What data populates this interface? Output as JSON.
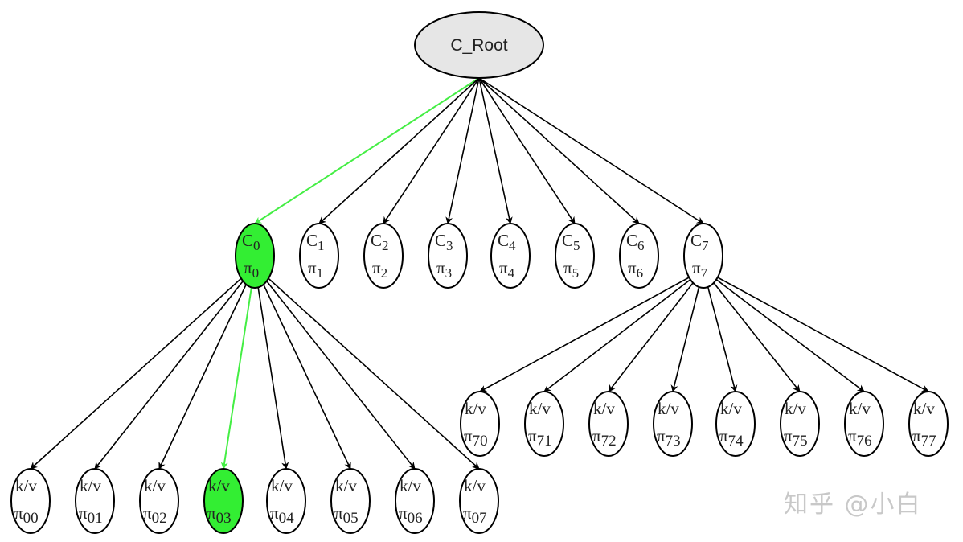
{
  "diagram": {
    "title": "Hierarchical tree: root cluster with sub-clusters and k/v leaves",
    "colors": {
      "highlight": "#33ee33",
      "highlight_edge": "#44ee44",
      "root_fill": "#e6e6e6",
      "default_fill": "#ffffff",
      "stroke": "#000000"
    },
    "root": {
      "id": "root",
      "label": "C_Root"
    },
    "level1": [
      {
        "id": "c0",
        "main": "C",
        "main_sub": "0",
        "second": "π",
        "second_sub": "0",
        "highlight": true
      },
      {
        "id": "c1",
        "main": "C",
        "main_sub": "1",
        "second": "π",
        "second_sub": "1",
        "highlight": false
      },
      {
        "id": "c2",
        "main": "C",
        "main_sub": "2",
        "second": "π",
        "second_sub": "2",
        "highlight": false
      },
      {
        "id": "c3",
        "main": "C",
        "main_sub": "3",
        "second": "π",
        "second_sub": "3",
        "highlight": false
      },
      {
        "id": "c4",
        "main": "C",
        "main_sub": "4",
        "second": "π",
        "second_sub": "4",
        "highlight": false
      },
      {
        "id": "c5",
        "main": "C",
        "main_sub": "5",
        "second": "π",
        "second_sub": "5",
        "highlight": false
      },
      {
        "id": "c6",
        "main": "C",
        "main_sub": "6",
        "second": "π",
        "second_sub": "6",
        "highlight": false
      },
      {
        "id": "c7",
        "main": "C",
        "main_sub": "7",
        "second": "π",
        "second_sub": "7",
        "highlight": false
      }
    ],
    "leaves_c0": [
      {
        "id": "l00",
        "main": "k/v",
        "second": "π",
        "second_sub": "00",
        "highlight": false
      },
      {
        "id": "l01",
        "main": "k/v",
        "second": "π",
        "second_sub": "01",
        "highlight": false
      },
      {
        "id": "l02",
        "main": "k/v",
        "second": "π",
        "second_sub": "02",
        "highlight": false
      },
      {
        "id": "l03",
        "main": "k/v",
        "second": "π",
        "second_sub": "03",
        "highlight": true
      },
      {
        "id": "l04",
        "main": "k/v",
        "second": "π",
        "second_sub": "04",
        "highlight": false
      },
      {
        "id": "l05",
        "main": "k/v",
        "second": "π",
        "second_sub": "05",
        "highlight": false
      },
      {
        "id": "l06",
        "main": "k/v",
        "second": "π",
        "second_sub": "06",
        "highlight": false
      },
      {
        "id": "l07",
        "main": "k/v",
        "second": "π",
        "second_sub": "07",
        "highlight": false
      }
    ],
    "leaves_c7": [
      {
        "id": "l70",
        "main": "k/v",
        "second": "π",
        "second_sub": "70",
        "highlight": false
      },
      {
        "id": "l71",
        "main": "k/v",
        "second": "π",
        "second_sub": "71",
        "highlight": false
      },
      {
        "id": "l72",
        "main": "k/v",
        "second": "π",
        "second_sub": "72",
        "highlight": false
      },
      {
        "id": "l73",
        "main": "k/v",
        "second": "π",
        "second_sub": "73",
        "highlight": false
      },
      {
        "id": "l74",
        "main": "k/v",
        "second": "π",
        "second_sub": "74",
        "highlight": false
      },
      {
        "id": "l75",
        "main": "k/v",
        "second": "π",
        "second_sub": "75",
        "highlight": false
      },
      {
        "id": "l76",
        "main": "k/v",
        "second": "π",
        "second_sub": "76",
        "highlight": false
      },
      {
        "id": "l77",
        "main": "k/v",
        "second": "π",
        "second_sub": "77",
        "highlight": false
      }
    ],
    "highlighted_path": [
      "root",
      "c0",
      "l03"
    ]
  },
  "watermark": "知乎 @小白"
}
